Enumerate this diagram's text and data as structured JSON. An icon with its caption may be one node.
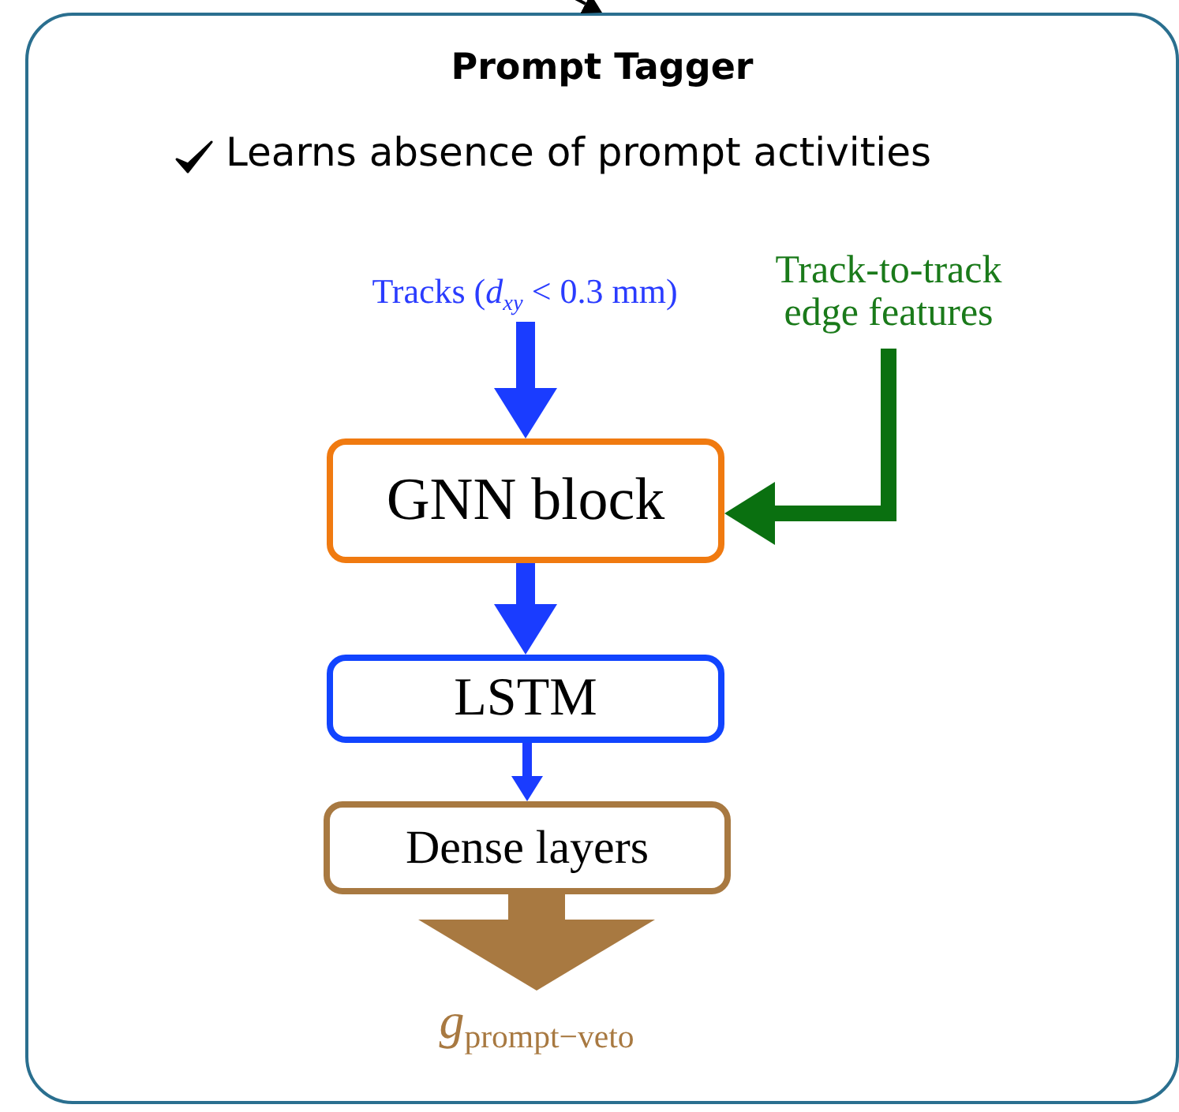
{
  "diagram": {
    "nodes": [
      {
        "text": [
          "Prompt Tagger",
          "Learns absence of prompt activities"
        ]
      },
      {
        "text": [
          "Tracks (*d*$_{xy}$ < 0.3 mm)"
        ],
        "in": 0
      },
      {
        "text": [
          "Track-to-track edge features"
        ],
        "in": 0
      },
      {
        "text": [
          "GNN block"
        ],
        "in": 0
      },
      {
        "text": [
          "LSTM"
        ],
        "in": 0
      },
      {
        "text": [
          "Dense layers"
        ],
        "in": 0
      },
      {
        "text": [
          "*g*$_{prompt−veto}$"
        ],
        "in": 0
      }
    ],
    "edges": [
      {
        "from": null,
        "to": 0,
        "arrow": "to",
        "color": "#000000"
      },
      {
        "from": 1,
        "to": 3,
        "arrow": "to",
        "color": "#1a3cff"
      },
      {
        "from": 2,
        "to": 3,
        "arrow": "to",
        "color": "#0a7010"
      },
      {
        "from": 3,
        "to": 4,
        "arrow": "to",
        "color": "#1a3cff"
      },
      {
        "from": 4,
        "to": 5,
        "arrow": "to",
        "color": "#1a3cff"
      },
      {
        "from": 5,
        "to": 6,
        "arrow": "to",
        "style": "thick",
        "color": "#a87941"
      }
    ]
  }
}
